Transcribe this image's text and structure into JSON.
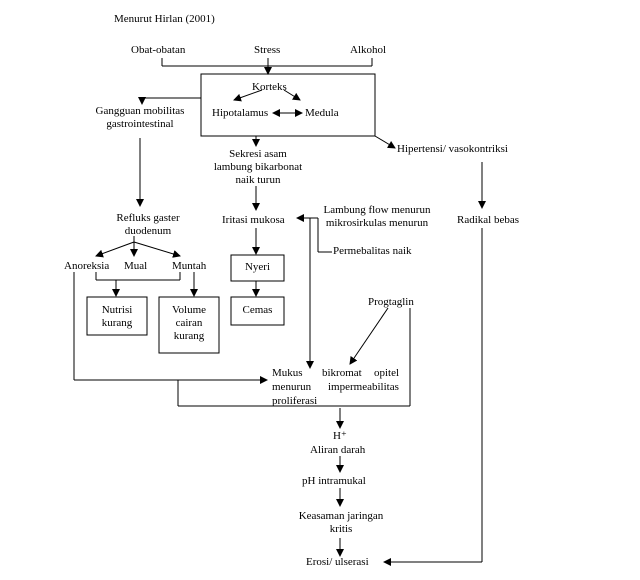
{
  "source": "Menurut Hirlan (2001)",
  "causes": {
    "obat": "Obat-obatan",
    "stress": "Stress",
    "alkohol": "Alkohol"
  },
  "brain": {
    "korteks": "Korteks",
    "hipotalamus": "Hipotalamus",
    "medula": "Medula"
  },
  "gangguan": [
    "Gangguan mobilitas",
    "gastrointestinal"
  ],
  "sekresi": [
    "Sekresi asam",
    "lambung bikarbonat",
    "naik turun"
  ],
  "hipertensi": "Hipertensi/ vasokontriksi",
  "refluks": [
    "Refluks gaster",
    "duodenum"
  ],
  "iritasi": "Iritasi mukosa",
  "lambung_flow": [
    "Lambung flow menurun",
    "mikrosirkulas menurun"
  ],
  "permeabilitas": "Permebalitas naik",
  "radikal": "Radikal bebas",
  "symptoms": {
    "anoreksia": "Anoreksia",
    "mual": "Mual",
    "muntah": "Muntah"
  },
  "nyeri": "Nyeri",
  "cemas": "Cemas",
  "nutrisi": [
    "Nutrisi",
    "kurang"
  ],
  "volume": [
    "Volume",
    "cairan",
    "kurang"
  ],
  "progtaglin": "Progtaglin",
  "mukus": {
    "line1_a": "Mukus",
    "line1_b": "bikromat",
    "line1_c": "opitel",
    "line2_a": "menurun",
    "line2_b": "impermeabilitas",
    "line3": "proliferasi"
  },
  "h_ion": "H⁺",
  "aliran": "Aliran darah",
  "ph": "pH intramukal",
  "keasaman": [
    "Keasaman jaringan",
    "kritis"
  ],
  "erosi": "Erosi/ ulserasi"
}
